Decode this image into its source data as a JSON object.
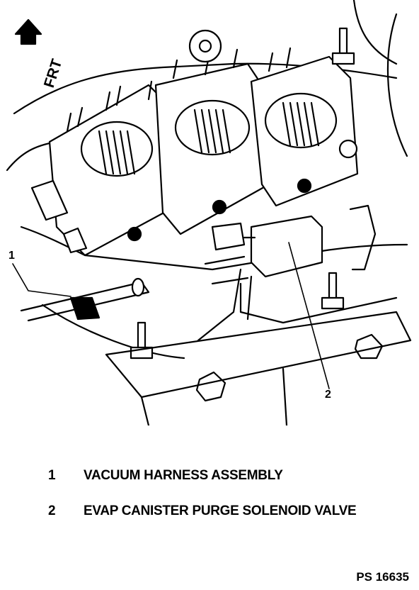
{
  "diagram": {
    "direction_label": "FRT",
    "callouts": [
      "1",
      "2"
    ]
  },
  "legend": [
    {
      "num": "1",
      "text": "VACUUM HARNESS ASSEMBLY"
    },
    {
      "num": "2",
      "text": "EVAP CANISTER PURGE SOLENOID VALVE"
    }
  ],
  "figure_code": "PS 16635"
}
